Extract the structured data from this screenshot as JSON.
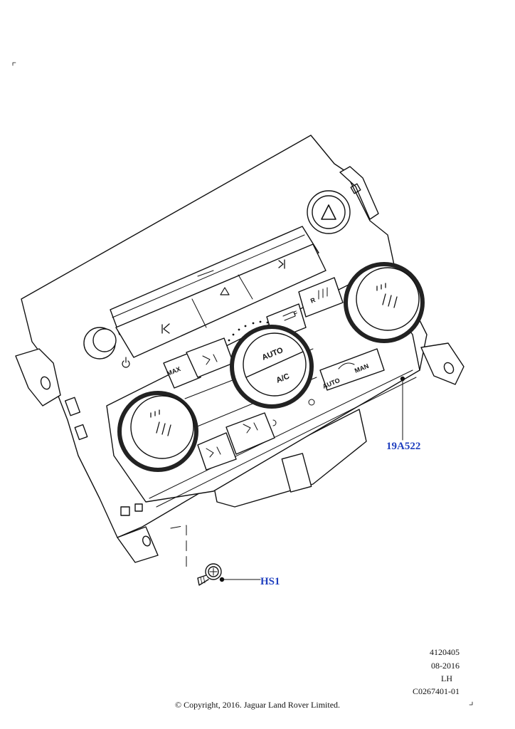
{
  "callouts": {
    "part_19a522": "19A522",
    "part_hs1": "HS1"
  },
  "drawing_info": {
    "illustration_number": "4120405",
    "date": "08-2016",
    "side": "LH",
    "catalog_ref": "C0267401-01"
  },
  "panel_labels": {
    "max": "MAX",
    "auto_center": "AUTO",
    "ac": "A/C",
    "auto_right": "AUTO",
    "man": "MAN",
    "rear_defrost": "R",
    "front_defrost": "F"
  },
  "copyright": "© Copyright, 2016. Jaguar Land Rover Limited.",
  "colors": {
    "line": "#111111",
    "callout": "#1f3fbf",
    "background": "#ffffff"
  }
}
